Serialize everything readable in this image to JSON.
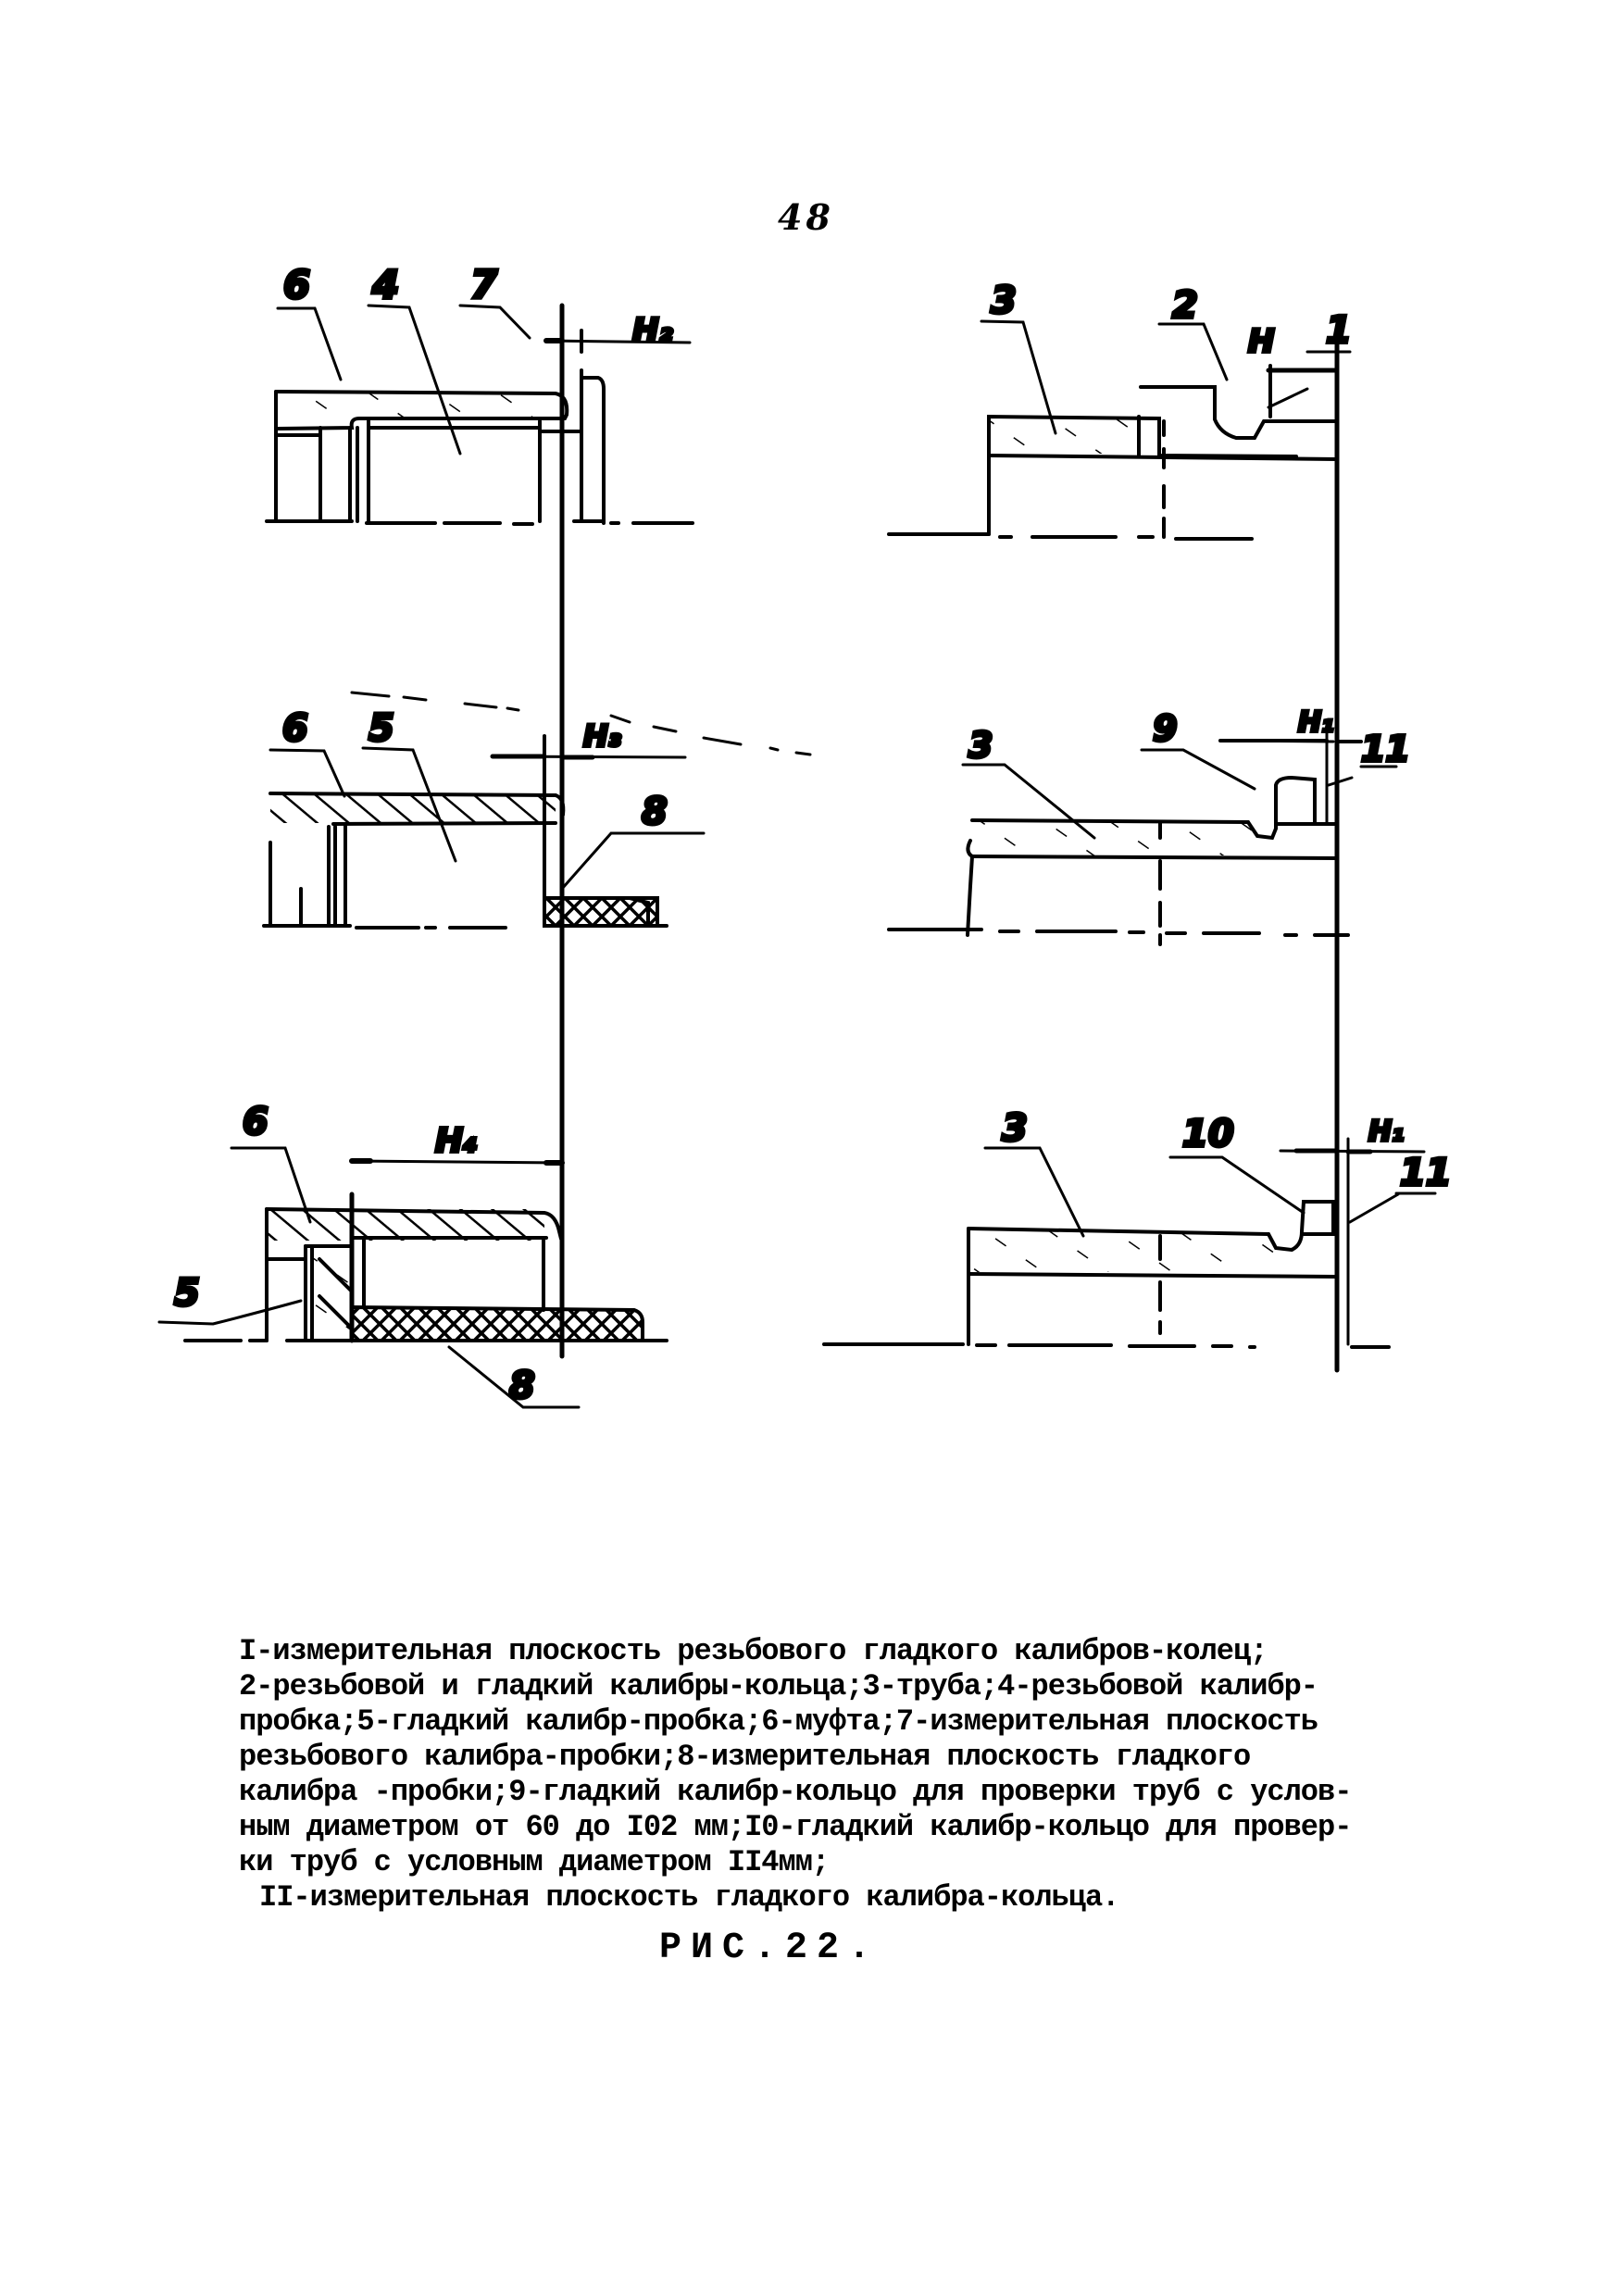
{
  "page": {
    "number": "48"
  },
  "figure": {
    "label": "РИС.22.",
    "callouts": {
      "top_left": {
        "labels": [
          "6",
          "4",
          "7"
        ],
        "dimension": "H2"
      },
      "top_right": {
        "labels": [
          "3",
          "2",
          "1"
        ],
        "dimension": "H"
      },
      "middle_left": {
        "labels": [
          "6",
          "5",
          "8"
        ],
        "dimension": "H3"
      },
      "middle_right": {
        "labels": [
          "3",
          "9",
          "11"
        ],
        "dimension": "H1"
      },
      "bottom_left": {
        "labels": [
          "6",
          "5",
          "8"
        ],
        "dimension": "H4"
      },
      "bottom_right": {
        "labels": [
          "3",
          "10",
          "11"
        ],
        "dimension": "H1"
      }
    }
  },
  "caption": {
    "lines": [
      "I-измерительная плоскость резьбового гладкого калибров-колец;",
      "2-резьбовой и гладкий калибры-кольца;3-труба;4-резьбовой калибр-",
      "пробка;5-гладкий калибр-пробка;6-муфта;7-измерительная плоскость",
      "резьбового калибра-пробки;8-измерительная плоскость гладкого",
      "калибра -пробки;9-гладкий калибр-кольцо для проверки труб с услов-",
      "ным диаметром от 60 до I02 мм;I0-гладкий калибр-кольцо для провер-",
      "ки труб с условным диаметром II4мм;",
      "II-измерительная плоскость гладкого калибра-кольца."
    ]
  }
}
